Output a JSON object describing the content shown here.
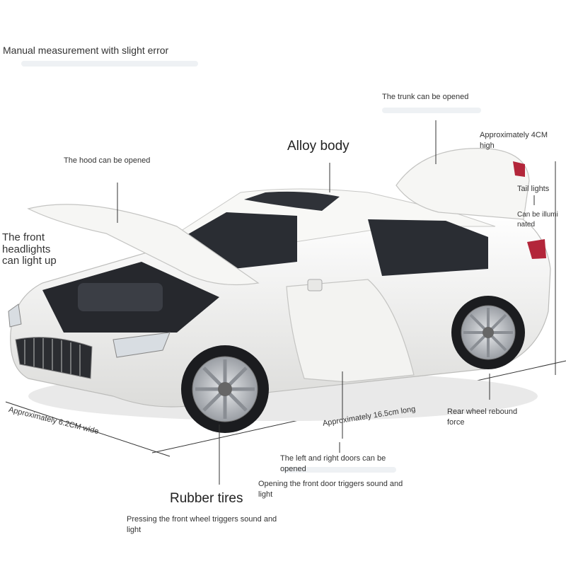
{
  "note": "Manual measurement with slight error",
  "labels": {
    "trunk": "The trunk can be opened",
    "height": "Approximately 4CM high",
    "alloy": "Alloy body",
    "hood": "The hood can be opened",
    "tail_lights": "Tail lights",
    "illuminated": "Can be illuminated",
    "headlights": "The front headlights can light up",
    "width": "Approximately 6.2CM wide",
    "length": "Approximately 16.5cm long",
    "rebound": "Rear wheel rebound force",
    "doors": "The left and right doors can be opened",
    "front_door": "Opening the front door triggers sound and light",
    "tires": "Rubber tires",
    "front_wheel": "Pressing the front wheel triggers sound and light"
  },
  "colors": {
    "body": "#f4f4f2",
    "interior": "#2a2d33",
    "rim": "#c9ccd0",
    "tire": "#1b1c1f",
    "taillight": "#b3263a"
  }
}
